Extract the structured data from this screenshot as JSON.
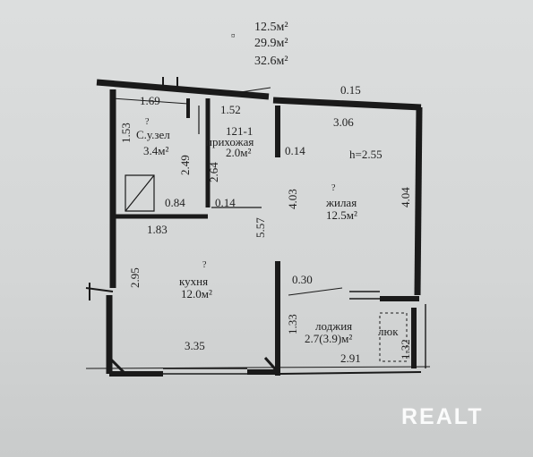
{
  "summary": {
    "living_area": "12.5м²",
    "total_area": "29.9м²",
    "total_with_loggia": "32.6м²",
    "mark": "¤"
  },
  "rooms": {
    "bathroom": {
      "name": "С.у.зел",
      "area": "3.4м²",
      "code": "?"
    },
    "hall": {
      "number": "121-1",
      "name": "прихожая",
      "area": "2.0м²"
    },
    "living": {
      "code": "?",
      "name": "жилая",
      "area": "12.5м²",
      "height": "h=2.55"
    },
    "kitchen": {
      "code": "?",
      "name": "кухня",
      "area": "12.0м²"
    },
    "loggia": {
      "name": "лоджия",
      "area": "2.7(3.9)м²",
      "hatch": "люк"
    }
  },
  "dimensions": {
    "d169": "1.69",
    "d152": "1.52",
    "d015a": "0.15",
    "d306": "3.06",
    "d153": "1.53",
    "d249": "2.49",
    "d264": "2.64",
    "d014a": "0.14",
    "d403": "4.03",
    "d404": "4.04",
    "d084": "0.84",
    "d014b": "0.14",
    "d183": "1.83",
    "d557": "5.57",
    "d295": "2.95",
    "d030": "0.30",
    "d133": "1.33",
    "d335": "3.35",
    "d291": "2.91",
    "d132": "1.32"
  },
  "watermark": "REALT"
}
